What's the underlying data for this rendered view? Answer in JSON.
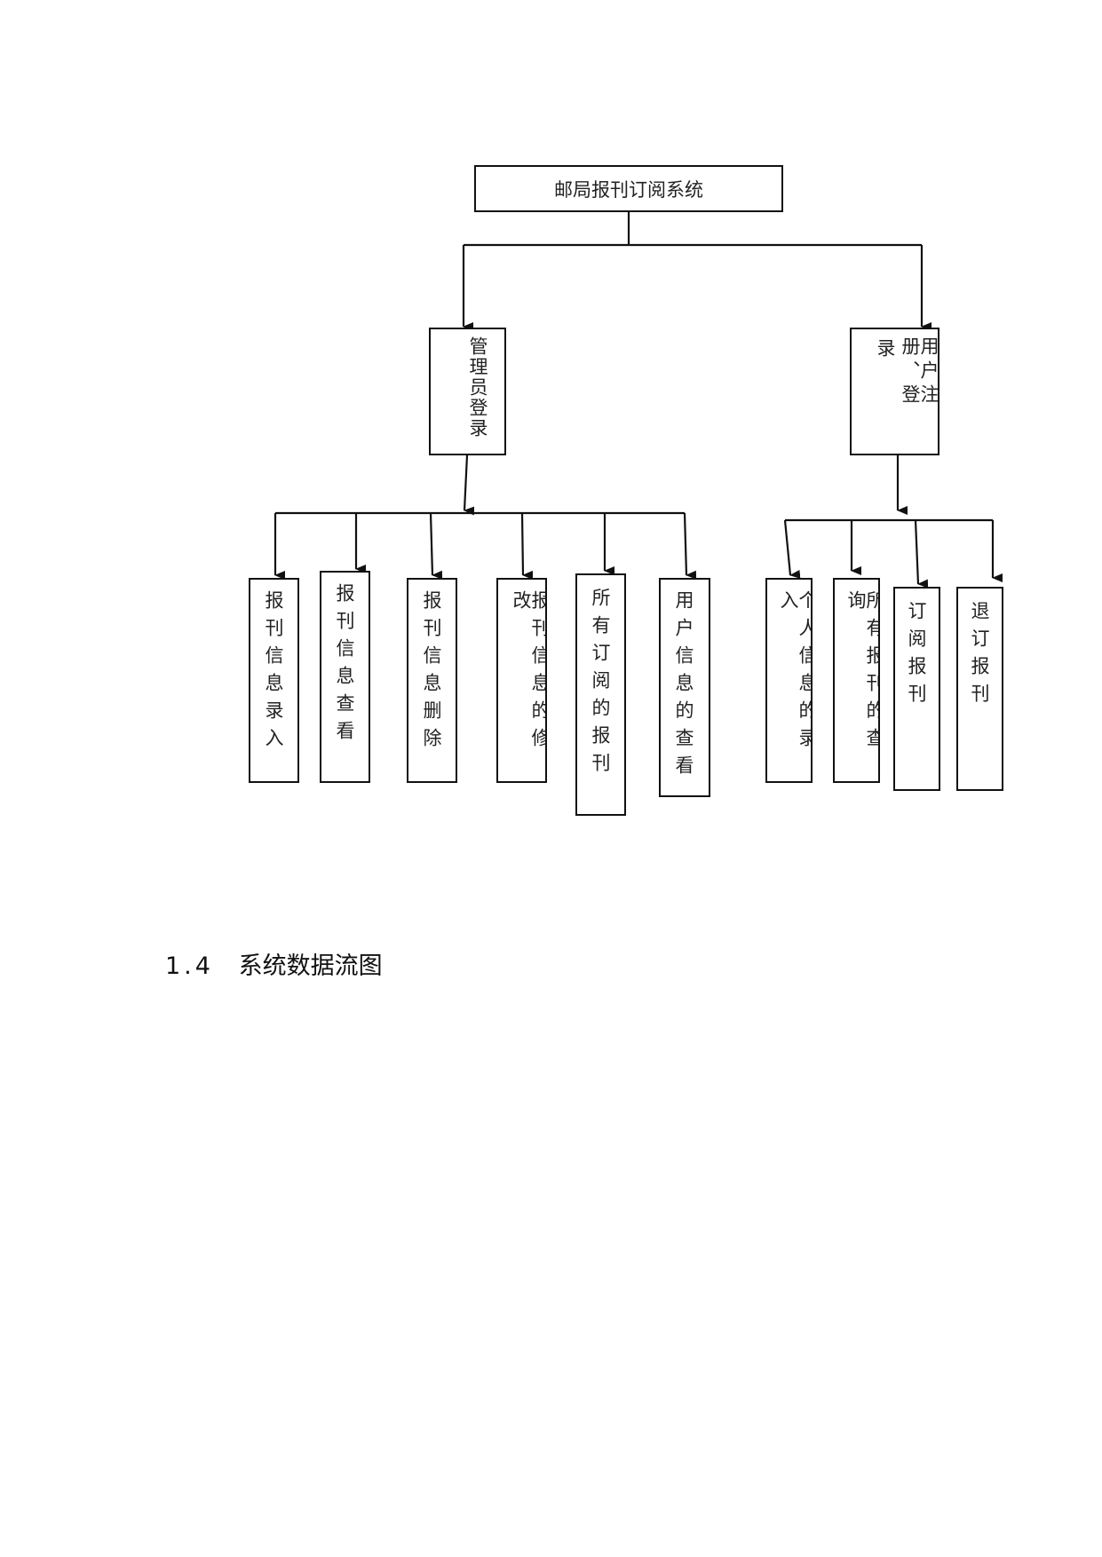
{
  "diagram": {
    "root": "邮局报刊订阅系统",
    "admin": {
      "title": "管理员登录",
      "children": [
        "报刊信息录入",
        "报刊信息查看",
        "报刊信息删除",
        "报刊信息的修改",
        "所有订阅的报刊",
        "用户信息的查看"
      ]
    },
    "user": {
      "title_main": "用户注册、登",
      "title_tail": "录",
      "children": [
        "个人信息的录入",
        "所有报刊的查询",
        "订阅报刊",
        "退订报刊"
      ]
    }
  },
  "section": {
    "number": "1.4",
    "title": "系统数据流图"
  }
}
